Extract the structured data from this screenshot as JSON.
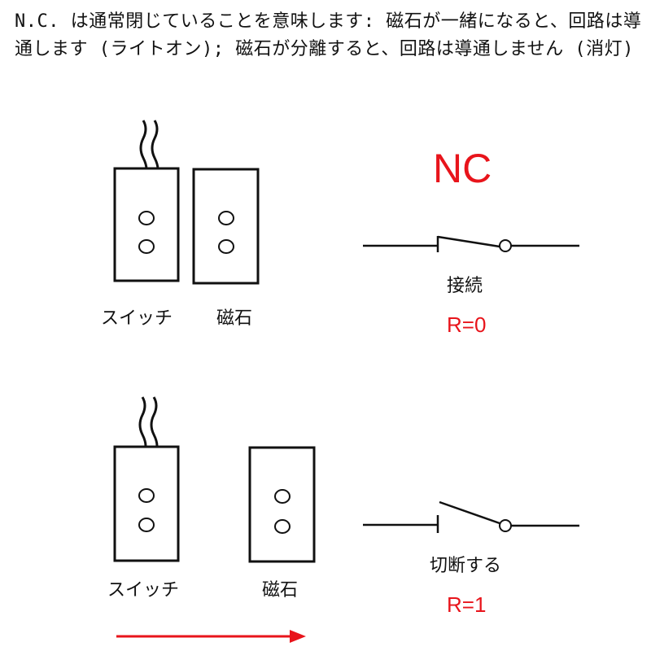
{
  "description_text": "N.C. は通常閉じていることを意味します: 磁石が一緒になると、回路は導通します (ライトオン); 磁石が分離すると、回路は導通しません (消灯)",
  "mode_label": "NC",
  "colors": {
    "accent": "#e8141b",
    "stroke": "#111111"
  },
  "closed_state": {
    "switch_label": "スイッチ",
    "magnet_label": "磁石",
    "status_label": "接続",
    "resistance_label": "R=0"
  },
  "open_state": {
    "switch_label": "スイッチ",
    "magnet_label": "磁石",
    "status_label": "切断する",
    "resistance_label": "R=1"
  }
}
